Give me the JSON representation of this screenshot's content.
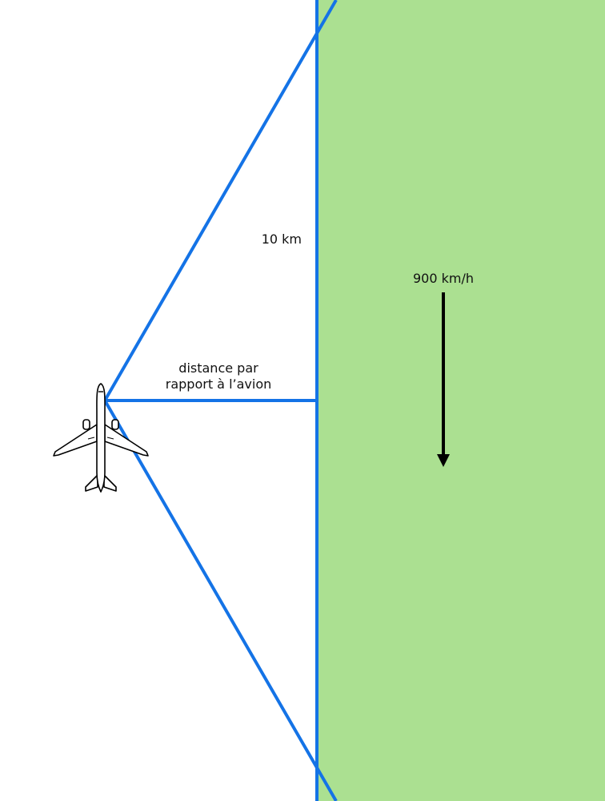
{
  "labels": {
    "height": "10 km",
    "distance_line1": "distance par",
    "distance_line2": "rapport à l’avion",
    "speed": "900 km/h"
  },
  "colors": {
    "ground": "#abe091",
    "line": "#1473e6",
    "arrow": "#000000",
    "background": "#ffffff"
  },
  "icons": {
    "airplane": "airplane-icon",
    "direction": "arrow-down-icon"
  }
}
